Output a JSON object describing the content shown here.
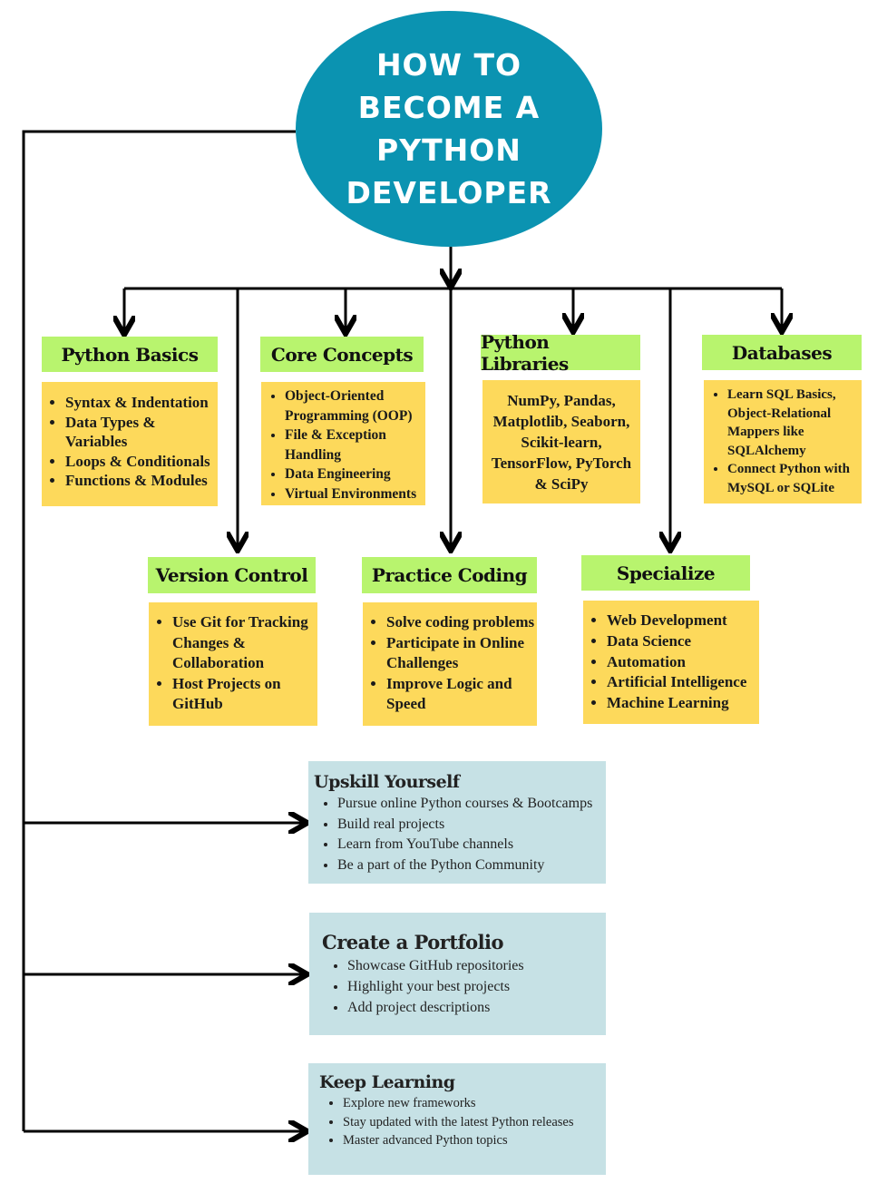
{
  "title": "HOW TO BECOME A PYTHON DEVELOPER",
  "colors": {
    "title_bg": "#0b93b1",
    "header": "#b8f46e",
    "card": "#fdd95b",
    "step": "#c6e1e5"
  },
  "sections": {
    "basics": {
      "title": "Python Basics",
      "items": [
        "Syntax & Indentation",
        "Data Types & Variables",
        "Loops & Conditionals",
        "Functions & Modules"
      ]
    },
    "core": {
      "title": "Core Concepts",
      "items": [
        "Object-Oriented Programming (OOP)",
        "File & Exception Handling",
        "Data Engineering",
        "Virtual Environments"
      ]
    },
    "libraries": {
      "title": "Python Libraries",
      "text": "NumPy, Pandas, Matplotlib, Seaborn, Scikit-learn, TensorFlow, PyTorch & SciPy"
    },
    "databases": {
      "title": "Databases",
      "items": [
        "Learn SQL Basics, Object-Relational Mappers like SQLAlchemy",
        "Connect Python with MySQL or SQLite"
      ]
    },
    "version": {
      "title": "Version Control",
      "items": [
        "Use Git for Tracking Changes & Collaboration",
        "Host Projects on GitHub"
      ]
    },
    "practice": {
      "title": "Practice Coding",
      "items": [
        "Solve coding problems",
        "Participate in Online Challenges",
        "Improve Logic and Speed"
      ]
    },
    "specialize": {
      "title": "Specialize",
      "items": [
        "Web Development",
        "Data Science",
        "Automation",
        "Artificial Intelligence",
        "Machine Learning"
      ]
    }
  },
  "steps": {
    "upskill": {
      "title": "Upskill Yourself",
      "items": [
        "Pursue online Python courses & Bootcamps",
        "Build real projects",
        "Learn from YouTube channels",
        "Be a part of the Python Community"
      ]
    },
    "portfolio": {
      "title": "Create a Portfolio",
      "items": [
        "Showcase GitHub repositories",
        "Highlight your best projects",
        "Add project descriptions"
      ]
    },
    "learning": {
      "title": "Keep Learning",
      "items": [
        "Explore new frameworks",
        "Stay updated with the latest Python releases",
        "Master advanced Python topics"
      ]
    }
  }
}
